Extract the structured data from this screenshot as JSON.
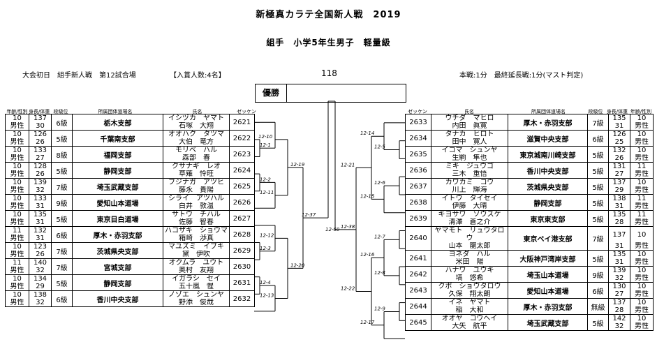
{
  "header": {
    "title": "新極真カラテ全国新人戦　2019",
    "subtitle": "組手　小学5年生男子　軽量級",
    "day_court": "大会初日　組手新人戦　第12試合場",
    "prize_count": "【入賞人数:4名】",
    "bracket_no": "118",
    "rules": "本戦:1分　最終延長戦:1分(マスト判定)",
    "winner_label": "優勝"
  },
  "columns": {
    "age_sex": "年齢/性別",
    "height_weight": "身長/体重",
    "grade": "段級位",
    "dojo": "所属団体道場名",
    "name": "氏名",
    "zekken": "ゼッケン"
  },
  "left": [
    {
      "age": "10",
      "sex": "男性",
      "height": "137",
      "weight": "30",
      "grade": "6級",
      "dojo": "栃木支部",
      "kana": "イシヅカ　ヤマト",
      "kanji": "石塚　大翔",
      "zekken": "2621"
    },
    {
      "age": "10",
      "sex": "男性",
      "height": "126",
      "weight": "26",
      "grade": "5級",
      "dojo": "千葉南支部",
      "kana": "オオハク　タツマ",
      "kanji": "大伯　竜方",
      "zekken": "2622"
    },
    {
      "age": "10",
      "sex": "男性",
      "height": "133",
      "weight": "27",
      "grade": "8級",
      "dojo": "福岡支部",
      "kana": "モリベ　ハル",
      "kanji": "森部　春",
      "zekken": "2623"
    },
    {
      "age": "10",
      "sex": "男性",
      "height": "128",
      "weight": "26",
      "grade": "5級",
      "dojo": "静岡支部",
      "kana": "クサナギ　レオ",
      "kanji": "草薙　怜旺",
      "zekken": "2624"
    },
    {
      "age": "10",
      "sex": "男性",
      "height": "139",
      "weight": "32",
      "grade": "7級",
      "dojo": "埼玉武蔵支部",
      "kana": "フジナガ　アツヒ",
      "kanji": "藤永　貴陽",
      "zekken": "2625"
    },
    {
      "age": "10",
      "sex": "男性",
      "height": "133",
      "weight": "31",
      "grade": "9級",
      "dojo": "愛知山本道場",
      "kana": "シライ　アツハル",
      "kanji": "白井　敦温",
      "zekken": "2626"
    },
    {
      "age": "10",
      "sex": "男性",
      "height": "135",
      "weight": "31",
      "grade": "5級",
      "dojo": "東京目白道場",
      "kana": "サトウ　チハル",
      "kanji": "佐藤　智春",
      "zekken": "2627"
    },
    {
      "age": "11",
      "sex": "男性",
      "height": "132",
      "weight": "31",
      "grade": "6級",
      "dojo": "厚木・赤羽支部",
      "kana": "ハコザキ　ショウマ",
      "kanji": "箱崎　渉真",
      "zekken": "2628"
    },
    {
      "age": "10",
      "sex": "男性",
      "height": "123",
      "weight": "26",
      "grade": "7級",
      "dojo": "茨城県央支部",
      "kana": "マユズミ　イブキ",
      "kanji": "黛　伊吹",
      "zekken": "2629"
    },
    {
      "age": "11",
      "sex": "男性",
      "height": "140",
      "weight": "32",
      "grade": "7級",
      "dojo": "宮城支部",
      "kana": "オクムラ　ユウト",
      "kanji": "奥村　友翔",
      "zekken": "2630"
    },
    {
      "age": "10",
      "sex": "男性",
      "height": "134",
      "weight": "29",
      "grade": "5級",
      "dojo": "静岡支部",
      "kana": "イガラシ　セイ",
      "kanji": "五十嵐　惺",
      "zekken": "2631"
    },
    {
      "age": "10",
      "sex": "男性",
      "height": "138",
      "weight": "32",
      "grade": "6級",
      "dojo": "香川中央支部",
      "kana": "ノゾエ　シュンヤ",
      "kanji": "野添　俊哉",
      "zekken": "2632"
    }
  ],
  "right": [
    {
      "age": "10",
      "sex": "男性",
      "height": "135",
      "weight": "31",
      "grade": "7級",
      "dojo": "厚木・赤羽支部",
      "kana": "ウチダ　マヒロ",
      "kanji": "内田　眞寛",
      "zekken": "2633"
    },
    {
      "age": "10",
      "sex": "男性",
      "height": "126",
      "weight": "25",
      "grade": "6級",
      "dojo": "滋賀中央支部",
      "kana": "タナカ　ヒロト",
      "kanji": "田中　寛人",
      "zekken": "2634"
    },
    {
      "age": "10",
      "sex": "男性",
      "height": "132",
      "weight": "26",
      "grade": "5級",
      "dojo": "東京城南川崎支部",
      "kana": "イコマ　シュンヤ",
      "kanji": "生駒　隼也",
      "zekken": "2635"
    },
    {
      "age": "11",
      "sex": "男性",
      "height": "131",
      "weight": "27",
      "grade": "5級",
      "dojo": "香川中央支部",
      "kana": "ミキ　ジュウゴ",
      "kanji": "三木　重悟",
      "zekken": "2636"
    },
    {
      "age": "10",
      "sex": "男性",
      "height": "137",
      "weight": "29",
      "grade": "5級",
      "dojo": "茨城県央支部",
      "kana": "カワカミ　コウ",
      "kanji": "川上　輝海",
      "zekken": "2637"
    },
    {
      "age": "11",
      "sex": "男性",
      "height": "138",
      "weight": "31",
      "grade": "5級",
      "dojo": "静岡支部",
      "kana": "イトウ　タイセイ",
      "kanji": "伊藤　大晴",
      "zekken": "2638"
    },
    {
      "age": "11",
      "sex": "男性",
      "height": "135",
      "weight": "28",
      "grade": "5級",
      "dojo": "東京東支部",
      "kana": "キヨサワ　ソウスケ",
      "kanji": "清澤　蒼之介",
      "zekken": "2639"
    },
    {
      "age": "10",
      "sex": "男性",
      "height": "137",
      "weight": "31",
      "grade": "7級",
      "dojo": "東京ベイ港支部",
      "kana": "ヤマモト　リュウタロウ",
      "kanji": "山本　龍太郎",
      "zekken": "2640"
    },
    {
      "age": "10",
      "sex": "男性",
      "height": "135",
      "weight": "31",
      "grade": "5級",
      "dojo": "大阪神戸湾岸支部",
      "kana": "ヨネダ　ハル",
      "kanji": "米田　陽",
      "zekken": "2641"
    },
    {
      "age": "10",
      "sex": "男性",
      "height": "139",
      "weight": "32",
      "grade": "9級",
      "dojo": "埼玉山本道場",
      "kana": "ハナワ　ユウキ",
      "kanji": "塙　悠希",
      "zekken": "2642"
    },
    {
      "age": "10",
      "sex": "男性",
      "height": "130",
      "weight": "27",
      "grade": "6級",
      "dojo": "愛知山本道場",
      "kana": "クボ　ショウタロウ",
      "kanji": "久保　翔太朗",
      "zekken": "2643"
    },
    {
      "age": "10",
      "sex": "男性",
      "height": "137",
      "weight": "28",
      "grade": "無級",
      "dojo": "厚木・赤羽支部",
      "kana": "イネ　ヤマト",
      "kanji": "稲　大和",
      "zekken": "2644"
    },
    {
      "age": "10",
      "sex": "男性",
      "height": "142",
      "weight": "32",
      "grade": "5級",
      "dojo": "埼玉武蔵支部",
      "kana": "オオヤ　コウヘイ",
      "kanji": "大矢　航平",
      "zekken": "2645"
    }
  ],
  "matches": {
    "left": [
      "12-10",
      "12-1",
      "12-19",
      "12-2",
      "12-11",
      "12-37",
      "12-12",
      "12-3",
      "12-20",
      "12-4",
      "12-13"
    ],
    "right": [
      "12-14",
      "12-5",
      "12-21",
      "12-6",
      "12-15",
      "12-38",
      "12-7",
      "12-16",
      "12-8",
      "12-22",
      "12-9",
      "12-17"
    ],
    "final": "12-60"
  }
}
